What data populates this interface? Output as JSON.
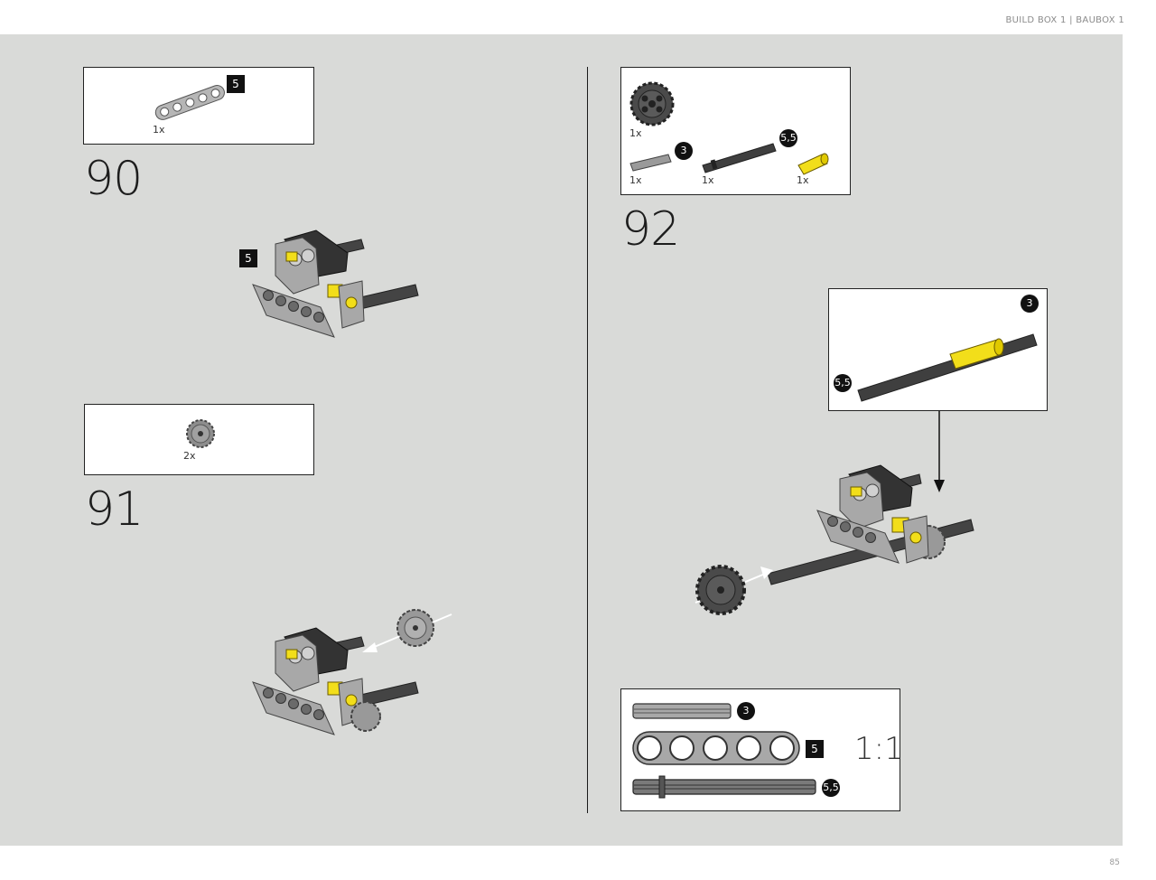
{
  "header": {
    "text": "BUILD BOX 1  |  BAUBOX 1"
  },
  "footer": {
    "page_number": "85"
  },
  "steps": [
    {
      "number": "90",
      "parts": [
        {
          "qty": "1x",
          "badge": "5",
          "part": "beam-icon"
        }
      ],
      "callout_badge": "5"
    },
    {
      "number": "91",
      "parts": [
        {
          "qty": "2x",
          "part": "small-gear-icon"
        }
      ]
    },
    {
      "number": "92",
      "parts": [
        {
          "qty": "1x",
          "part": "large-gear-icon"
        },
        {
          "qty": "1x",
          "badge": "3",
          "part": "axle-3-icon"
        },
        {
          "qty": "1x",
          "badge": "5,5",
          "part": "axle-with-stop-icon"
        },
        {
          "qty": "1x",
          "part": "connector-icon"
        }
      ],
      "callout_badges": {
        "top": "3",
        "bottom": "5,5"
      }
    }
  ],
  "scale_ref": {
    "label": "1:1",
    "badges": [
      "3",
      "5",
      "5,5"
    ]
  },
  "colors": {
    "background": "#d9dad8",
    "part_yellow": "#f2de1a",
    "part_gray": "#a8a8a8",
    "part_dark": "#3b3b3b"
  }
}
